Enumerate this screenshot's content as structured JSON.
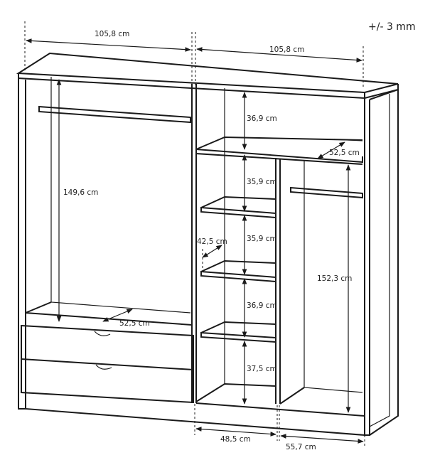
{
  "tolerance": "+/- 3 mm",
  "dimensions": {
    "total_width_left": "105,8 cm",
    "total_width_right": "105,8 cm",
    "top_shelf_height": "36,9 cm",
    "top_shelf_depth": "52,5 cm",
    "shelf2_height": "35,9 cm",
    "left_hanging_height": "149,6 cm",
    "small_shelf_depth": "42,5 cm",
    "shelf3_height": "35,9 cm",
    "right_hanging_height": "152,3 cm",
    "left_bottom_depth": "52,5 cm",
    "shelf4_height": "36,9 cm",
    "bottom_shelf_height": "37,5 cm",
    "middle_section_width": "48,5 cm",
    "right_section_width": "55,7 cm"
  }
}
